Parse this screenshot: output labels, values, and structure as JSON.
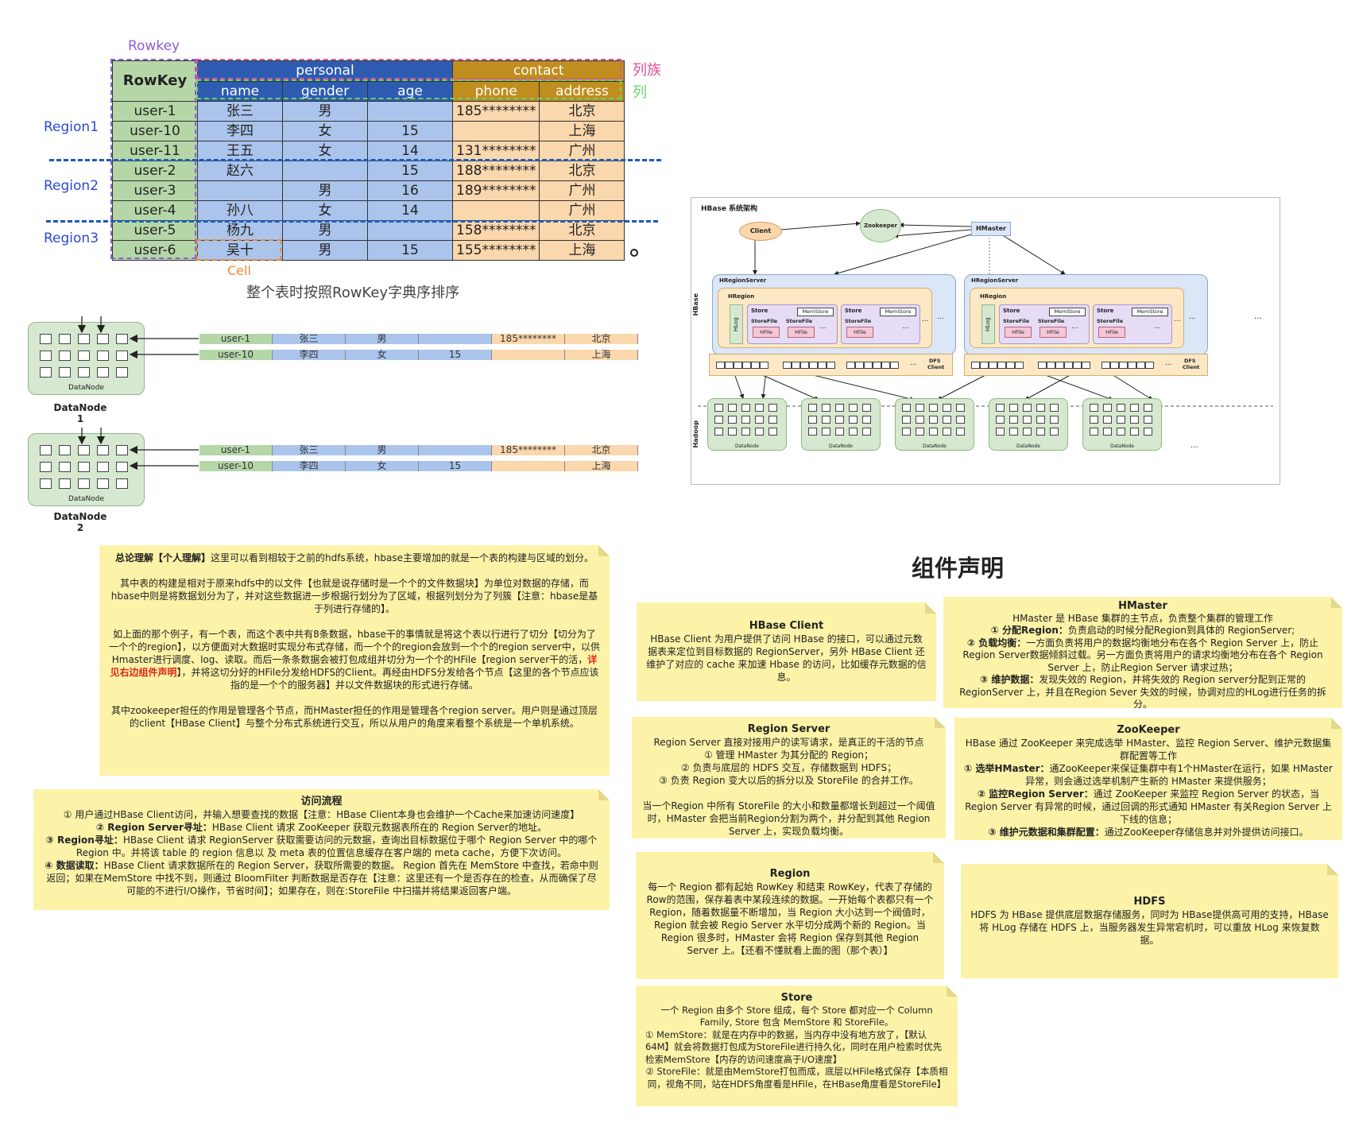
{
  "table": {
    "rowkey_label": "Rowkey",
    "column_family_label": "列族",
    "column_label": "列",
    "cell_label": "Cell",
    "caption": "整个表时按照RowKey字典序排序",
    "header": {
      "rowkey": "RowKey",
      "family_personal": "personal",
      "family_contact": "contact",
      "name": "name",
      "gender": "gender",
      "age": "age",
      "phone": "phone",
      "address": "address"
    },
    "regions": [
      "Region1",
      "Region2",
      "Region3"
    ],
    "rows": [
      {
        "key": "user-1",
        "name": "张三",
        "gender": "男",
        "age": "",
        "phone": "185********",
        "address": "北京"
      },
      {
        "key": "user-10",
        "name": "李四",
        "gender": "女",
        "age": "15",
        "phone": "",
        "address": "上海"
      },
      {
        "key": "user-11",
        "name": "王五",
        "gender": "女",
        "age": "14",
        "phone": "131********",
        "address": "广州"
      },
      {
        "key": "user-2",
        "name": "赵六",
        "gender": "",
        "age": "15",
        "phone": "188********",
        "address": "北京"
      },
      {
        "key": "user-3",
        "name": "",
        "gender": "男",
        "age": "16",
        "phone": "189********",
        "address": "广州"
      },
      {
        "key": "user-4",
        "name": "孙八",
        "gender": "女",
        "age": "14",
        "phone": "",
        "address": "广州"
      },
      {
        "key": "user-5",
        "name": "杨九",
        "gender": "男",
        "age": "",
        "phone": "158********",
        "address": "北京"
      },
      {
        "key": "user-6",
        "name": "吴十",
        "gender": "男",
        "age": "15",
        "phone": "155********",
        "address": "上海"
      }
    ]
  },
  "datanodes": {
    "node_label": "DataNode",
    "node1_caption": "DataNode\n1",
    "node1_a": "DataNode",
    "node1_b": "1",
    "node2_a": "DataNode",
    "node2_b": "2",
    "strip_rows": [
      {
        "key": "user-1",
        "name": "张三",
        "gender": "男",
        "age": "",
        "phone": "185********",
        "address": "北京"
      },
      {
        "key": "user-10",
        "name": "李四",
        "gender": "女",
        "age": "15",
        "phone": "",
        "address": "上海"
      }
    ]
  },
  "arch": {
    "title": "HBase 系统架构",
    "client": "Client",
    "zookeeper": "Zookeeper",
    "hmaster": "HMaster",
    "hbase": "HBase",
    "hadoop": "Hadoop",
    "hregionserver": "HRegionServer",
    "hregion": "HRegion",
    "hlog": "HLog",
    "store": "Store",
    "memstore": "MemStore",
    "storefile": "StoreFile",
    "hfile": "HFile",
    "dfs_client_a": "DFS",
    "dfs_client_b": "Client",
    "datanode": "DataNode",
    "ellipsis": "..."
  },
  "notes": {
    "summary": {
      "lead": "总论理解【个人理解】",
      "p1_rest": "这里可以看到相较于之前的hdfs系统，hbase主要增加的就是一个表的构建与区域的划分。",
      "p2": "其中表的构建是相对于原来hdfs中的以文件【也就是说存储时是一个个的文件数据块】为单位对数据的存储，而hbase中则是将数据划分为了，并对这些数据进一步根据行划分为了区域，根据列划分为了列簇【注意：hbase是基于列进行存储的】。",
      "p3_a": "如上面的那个例子，有一个表，而这个表中共有8条数据，hbase干的事情就是将这个表以行进行了切分【切分为了一个个的region】，以方便面对大数据时实现分布式存储，而一个个的region会放到一个个的region server中，以供Hmaster进行调度、log、读取。而后一条条数据会被打包成组并切分为一个个的HFile【region server干的活，",
      "p3_red": "详见右边组件声明",
      "p3_b": "】，并将这切分好的HFile分发给HDFS的Client。再经由HDFS分发给各个节点【这里的各个节点应该指的是一个个的服务器】并以文件数据块的形式进行存储。",
      "p4": "其中zookeeper担任的作用是管理各个节点，而HMaster担任的作用是管理各个region server。用户则是通过顶层的client【HBase Client】与整个分布式系统进行交互，所以从用户的角度来看整个系统是一个单机系统。"
    },
    "access": {
      "title": "访问流程",
      "s1": "① 用户通过HBase Client访问，并输入想要查找的数据【注意：HBase Client本身也会维护一个Cache来加速访问速度】",
      "s2_b": "② Region Server寻址：",
      "s2": "HBase Client 请求 ZooKeeper 获取元数据表所在的 Region Server的地址。",
      "s3_b": "③ Region寻址：",
      "s3": "HBase Client 请求 RegionServer 获取需要访问的元数据，查询出目标数据位于哪个 Region Server 中的哪个 Region 中。并将该 table 的 region 信息以 及 meta 表的位置信息缓存在客户端的 meta cache，方便下次访问。",
      "s4_b": "④ 数据读取：",
      "s4": "HBase Client 请求数据所在的 Region Server，获取所需要的数据。 Region 首先在 MemStore 中查找，若命中则返回；如果在MemStore 中找不到，则通过 BloomFilter 判断数据是否存在【注意：这里还有一个是否存在的检查，从而确保了尽可能的不进行I/O操作，节省时间】；如果存在，则在:StoreFile 中扫描并将结果返回客户端。"
    },
    "heading": "组件声明",
    "client": {
      "title": "HBase Client",
      "text": "HBase Client 为用户提供了访问 HBase 的接口，可以通过元数据表来定位到目标数据的 RegionServer，另外 HBase Client 还维护了对应的 cache 来加速 Hbase 的访问，比如缓存元数据的信息。"
    },
    "hmaster": {
      "title": "HMaster",
      "l1": "HMaster 是 HBase 集群的主节点，负责整个集群的管理工作",
      "l2_b": "① 分配Region：",
      "l2": "负责启动的时候分配Region到具体的 RegionServer;",
      "l3_b": "② 负载均衡：",
      "l3": "一方面负责将用户的数据均衡地分布在各个 Region Server 上，防止Region Server数据倾斜过载。另一方面负责将用户的请求均衡地分布在各个 Region Server 上，防止Region Server 请求过热；",
      "l4_b": "③ 维护数据：",
      "l4": "发现失效的 Region，并将失效的 Region server分配到正常的 RegionServer 上，并且在Region Sever 失效的时候，协调对应的HLog进行任务的拆分。"
    },
    "regionserver": {
      "title": "Region Server",
      "l1": "Region Server 直接对接用户的读写请求，是真正的干活的节点",
      "l2": "① 管理 HMaster 为其分配的 Region；",
      "l3": "② 负责与底层的 HDFS 交互，存储数据到 HDFS；",
      "l4": "③ 负责 Region 变大以后的拆分以及 StoreFile 的合并工作。",
      "l5": "当一个Region 中所有 StoreFile 的大小和数量都增长到超过一个阈值时，HMaster 会把当前Region分割为两个，并分配到其他 Region Server 上，实现负载均衡。"
    },
    "zookeeper": {
      "title": "ZooKeeper",
      "l1": "HBase 通过 ZooKeeper 来完成选举 HMaster、监控 Region Server、维护元数据集群配置等工作",
      "l2_b": "① 选举HMaster：",
      "l2": "通ZooKeeper来保证集群中有1个HMaster在运行，如果 HMaster 异常，则会通过选举机制产生新的 HMaster 来提供服务；",
      "l3_b": "② 监控Region Server：",
      "l3": "通过 ZooKeeper 来监控 Region Server 的状态，当Region Server 有异常的时候，通过回调的形式通知 HMaster 有关Region Server 上下线的信息；",
      "l4_b": "③ 维护元数据和集群配置：",
      "l4": "通过ZooKeeper存储信息并对外提供访问接口。"
    },
    "region": {
      "title": "Region",
      "text": "每一个 Region 都有起始 RowKey 和结束 RowKey，代表了存储的Row的范围，保存着表中某段连续的数据。一开始每个表都只有一个 Region，随着数据量不断增加，当 Region 大小达到一个阀值时，Region 就会被 Regio Server 水平切分成两个新的 Region。当 Region 很多时，HMaster 会将 Region 保存到其他 Region Server 上。【还看不懂就看上面的图（那个表）】"
    },
    "hdfs": {
      "title": "HDFS",
      "text": "HDFS 为 HBase 提供底层数据存储服务，同时为 HBase提供高可用的支持，HBase 将 HLog 存储在 HDFS 上，当服务器发生异常宕机时，可以重放 HLog 来恢复数据。"
    },
    "store": {
      "title": "Store",
      "l1": "一个 Region 由多个 Store 组成，每个 Store 都对应一个 Column Family, Store 包含 MemStore 和 StoreFile。",
      "l2": "① MemStore：就是在内存中的数据，当内存中没有地方放了，【默认64M】就会将数据打包成为StoreFile进行持久化，同时在用户检索时优先检索MemStore【内存的访问速度高于I/O速度】",
      "l3": "② StoreFile：就是由MemStore打包而成，底层以HFile格式保存【本质相同，视角不同，站在HDFS角度看是HFile，在HBase角度看是StoreFile】"
    }
  }
}
